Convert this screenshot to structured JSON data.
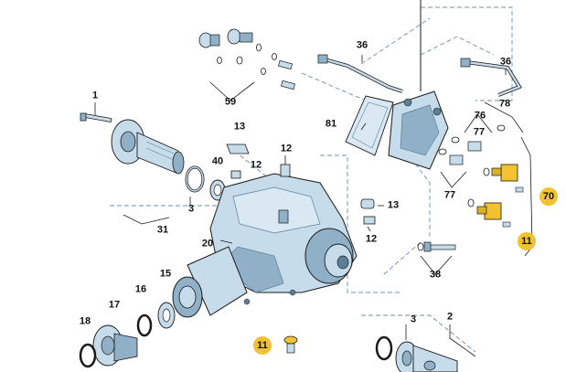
{
  "colors": {
    "part_fill": "#c7dcea",
    "part_shade": "#8fb0c6",
    "part_dark": "#5d7f96",
    "outline": "#1a1a1a",
    "dash_line": "#6b8ea8",
    "badge": "#f2c230"
  },
  "labels": {
    "l1": "1",
    "l31": "31",
    "l3_left": "3",
    "l40": "40",
    "l13_top": "13",
    "l12_a": "12",
    "l12_b": "12",
    "l13_right": "13",
    "l12_c": "12",
    "l20": "20",
    "l15": "15",
    "l16": "16",
    "l17": "17",
    "l18": "18",
    "l36_left": "36",
    "l36_right": "36",
    "l59": "59",
    "l81": "81",
    "l78": "78",
    "l76": "76",
    "l77_a": "77",
    "l77_b": "77",
    "l38": "38",
    "l3_bottom": "3",
    "l2": "2"
  },
  "badges": {
    "b70": "70",
    "b11_right": "11",
    "b11_bottom": "11"
  }
}
